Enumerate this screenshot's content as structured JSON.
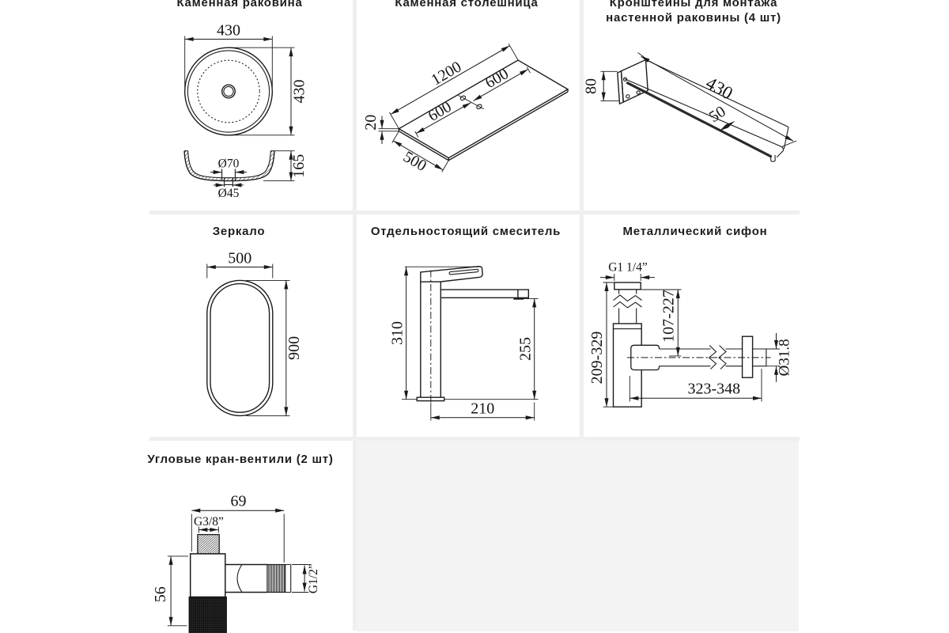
{
  "page": {
    "background": "#ffffff",
    "divider_color": "#efeff0",
    "empty_cell_color": "#f3f3f4",
    "line_color": "#1c1c1c",
    "title_color": "#1d1d1d"
  },
  "cells": [
    {
      "id": "sink",
      "title": "Каменная раковина",
      "dims": {
        "width": "430",
        "height": "430",
        "bowl_height": "165",
        "drain_top": "Ø70",
        "drain_bottom": "Ø45"
      }
    },
    {
      "id": "countertop",
      "title": "Каменная столешница",
      "dims": {
        "length": "1200",
        "right_half": "600",
        "left_half": "600",
        "thickness": "20",
        "depth": "500"
      }
    },
    {
      "id": "brackets",
      "title": "Кронштейны для монтажа",
      "title_line2": "настенной раковины (4 шт)",
      "dims": {
        "plate_height": "80",
        "arm_length": "430",
        "arm_width": "50"
      }
    },
    {
      "id": "mirror",
      "title": "Зеркало",
      "dims": {
        "width": "500",
        "height": "900"
      }
    },
    {
      "id": "faucet",
      "title": "Отдельностоящий смеситель",
      "dims": {
        "total_height": "310",
        "spout_height": "255",
        "spout_reach": "210"
      }
    },
    {
      "id": "siphon",
      "title": "Металлический сифон",
      "dims": {
        "inlet_thread": "G1 1/4”",
        "height_range": "209-329",
        "inlet_height_range": "107-227",
        "outlet_length_range": "323-348",
        "outlet_diameter": "Ø31.8"
      }
    },
    {
      "id": "valves",
      "title": "Угловые кран-вентили (2 шт)",
      "dims": {
        "width": "69",
        "inlet_thread": "G3/8”",
        "height": "56",
        "outlet_thread": "G1/2”"
      }
    }
  ]
}
